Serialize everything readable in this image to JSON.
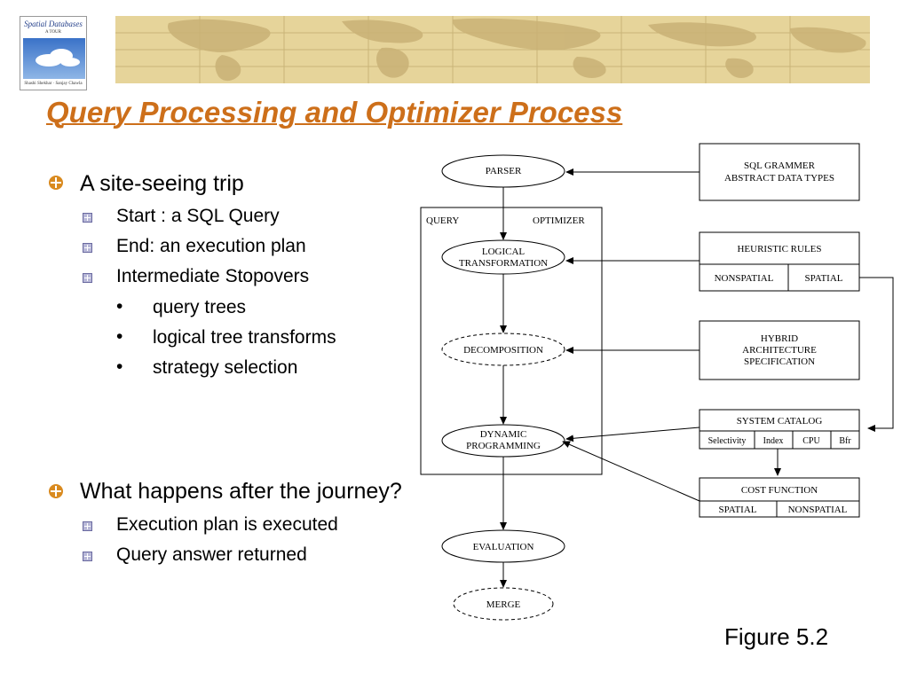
{
  "title": "Query Processing and Optimizer Process",
  "book": {
    "title_line1": "Spatial Databases",
    "title_line2": "A TOUR",
    "authors": "Shashi Shekhar · Sanjay Chawla"
  },
  "bullets": {
    "site_trip": {
      "text": "A site-seeing trip",
      "items": [
        "Start : a SQL Query",
        "End: an execution plan",
        "Intermediate Stopovers"
      ],
      "stopovers": [
        "query trees",
        "logical tree transforms",
        "strategy selection"
      ]
    },
    "after_journey": {
      "text": "What happens after the journey?",
      "items": [
        "Execution plan is executed",
        "Query answer returned"
      ]
    }
  },
  "diagram": {
    "optimizer_label_left": "QUERY",
    "optimizer_label_right": "OPTIMIZER",
    "nodes": {
      "parser": "PARSER",
      "logical_1": "LOGICAL",
      "logical_2": "TRANSFORMATION",
      "decomposition": "DECOMPOSITION",
      "dynamic_1": "DYNAMIC",
      "dynamic_2": "PROGRAMMING",
      "evaluation": "EVALUATION",
      "merge": "MERGE"
    },
    "boxes": {
      "sql_grammer_1": "SQL GRAMMER",
      "sql_grammer_2": "ABSTRACT DATA TYPES",
      "heuristic": "HEURISTIC RULES",
      "heuristic_nonspatial": "NONSPATIAL",
      "heuristic_spatial": "SPATIAL",
      "hybrid_1": "HYBRID",
      "hybrid_2": "ARCHITECTURE",
      "hybrid_3": "SPECIFICATION",
      "system_catalog": "SYSTEM CATALOG",
      "catalog_selectivity": "Selectivity",
      "catalog_index": "Index",
      "catalog_cpu": "CPU",
      "catalog_bfr": "Bfr",
      "cost_function": "COST FUNCTION",
      "cost_spatial": "SPATIAL",
      "cost_nonspatial": "NONSPATIAL"
    }
  },
  "figure_caption": "Figure 5.2",
  "colors": {
    "title": "#cd6f1a",
    "header_band": "#e6d49a",
    "map_land": "#c9b176",
    "bullet_accent": "#d98a1f"
  }
}
